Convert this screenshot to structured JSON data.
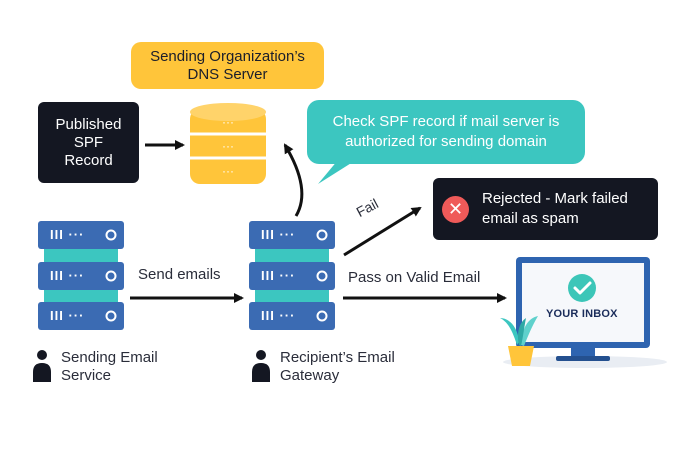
{
  "dns_server_label": "Sending Organization’s DNS Server",
  "published_record_label": "Published SPF Record",
  "check_callout": "Check SPF record if mail server is authorized for sending domain",
  "rejected_label": "Rejected - Mark failed email as spam",
  "fail_label": "Fail",
  "send_emails_label": "Send emails",
  "pass_label": "Pass on Valid Email",
  "sending_service_label": "Sending Email Service",
  "recipient_gateway_label": "Recipient’s Email Gateway",
  "inbox_label": "YOUR INBOX",
  "server_unit_glyph": "III ···",
  "icons": [
    "database-icon",
    "server-stack-icon",
    "person-icon",
    "reject-x-icon",
    "check-icon",
    "monitor-icon",
    "plant-icon"
  ],
  "colors": {
    "dns_yellow": "#ffc53a",
    "callout_teal": "#3cc6c0",
    "dark_box": "#141722",
    "server_blue": "#3b6bb3",
    "reject_red": "#ef5a59",
    "inbox_green": "#3cc6b8"
  }
}
